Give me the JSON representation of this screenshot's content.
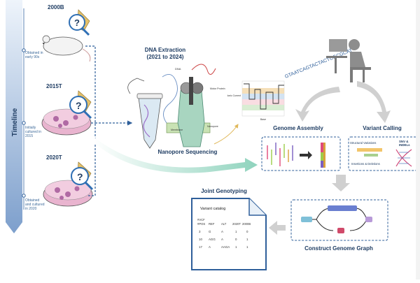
{
  "timeline": {
    "label": "Timeline",
    "samples": [
      {
        "name": "2000B",
        "caption": [
          "Obtained in",
          "early 90s"
        ]
      },
      {
        "name": "2015T",
        "caption": [
          "Initially",
          "cultured in",
          "2015"
        ]
      },
      {
        "name": "2020T",
        "caption": [
          "Obtained",
          "and cultured",
          "in 2020"
        ]
      }
    ]
  },
  "dna_extraction": {
    "title_line1": "DNA Extraction",
    "title_line2": "(2021 to 2024)"
  },
  "nanopore": {
    "title": "Nanopore Sequencing",
    "labels": {
      "dna": "DNA",
      "motor_protein": "Motor Protein",
      "membrane": "Membrane",
      "nanopore": "Nanopore"
    }
  },
  "signal_plot": {
    "ylabel": "Ionic Current",
    "xlabel": "Base",
    "sequence": "GTAATCAGTACTACTCGCGCAT"
  },
  "genome_assembly": {
    "title": "Genome Assembly"
  },
  "variant_calling": {
    "title": "Variant Calling",
    "structural": "Structural Variations",
    "snv_line1": "SNV &",
    "snv_line2": "INDELs",
    "insdel": "Insertions & Deletions"
  },
  "genome_graph": {
    "title": "Construct Genome Graph"
  },
  "joint_genotyping": {
    "title": "Joint Genotyping",
    "catalog_title": "Variant catalog",
    "vcf_tag": "#VCF",
    "headers": [
      "#POS",
      "REF",
      "ALT",
      "2020T",
      "2000B"
    ],
    "rows": [
      [
        "3",
        "G",
        "A",
        "1",
        "0"
      ],
      [
        "10",
        "AGG",
        "A",
        "0",
        "1"
      ],
      [
        "17",
        "A",
        "AAGA",
        "1",
        "1"
      ]
    ]
  },
  "colors": {
    "accent_blue": "#1f3d63",
    "timeline_blue": "#8fb0d6",
    "flow_green": "#9fd8c2",
    "arrow_grey": "#d0d0d0",
    "dashed_blue": "#2f5f9a"
  }
}
